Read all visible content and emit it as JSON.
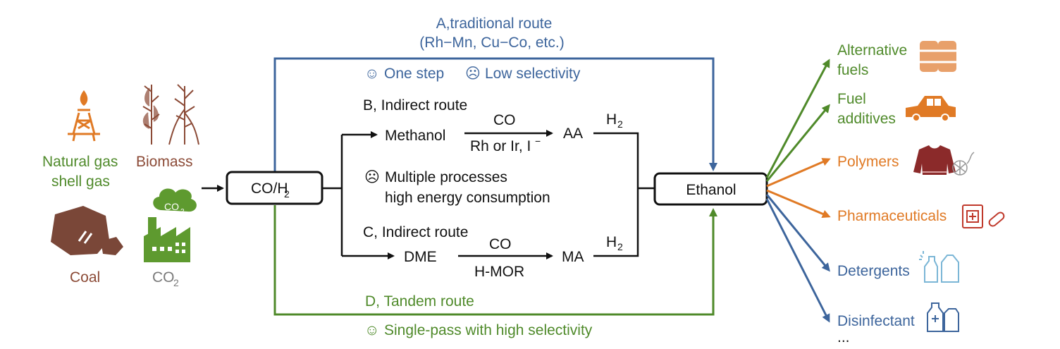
{
  "sources": {
    "natural_gas_line1": "Natural gas",
    "natural_gas_line2": "shell gas",
    "biomass": "Biomass",
    "coal": "Coal",
    "co2_label": "CO",
    "co2_sub": "2",
    "cloud_label": "CO",
    "cloud_sub": "2"
  },
  "nodes": {
    "syngas_main": "CO/H",
    "syngas_sub": "2",
    "ethanol": "Ethanol",
    "methanol": "Methanol",
    "aa": "AA",
    "dme": "DME",
    "ma": "MA"
  },
  "route_a": {
    "title": "A,traditional route",
    "catalysts": "(Rh−Mn, Cu−Co, etc.)",
    "pro_icon": "☺",
    "pro": "One step",
    "con_icon": "☹",
    "con": "Low selectivity"
  },
  "route_b": {
    "title": "B, Indirect route",
    "reagent": "CO",
    "catalyst": "Rh or Ir, I",
    "catalyst_sup": "−",
    "h2": "H",
    "h2_sub": "2"
  },
  "indirect_notes": {
    "icon": "☹",
    "line1": "Multiple processes",
    "line2": "high energy consumption"
  },
  "route_c": {
    "title": "C, Indirect route",
    "reagent": "CO",
    "catalyst": "H-MOR",
    "h2": "H",
    "h2_sub": "2"
  },
  "route_d": {
    "title": "D, Tandem route",
    "pro_icon": "☺",
    "pro": "Single-pass with high selectivity"
  },
  "products": {
    "alt_fuels_1": "Alternative",
    "alt_fuels_2": "fuels",
    "fuel_add_1": "Fuel",
    "fuel_add_2": "additives",
    "polymers": "Polymers",
    "pharma": "Pharmaceuticals",
    "detergents": "Detergents",
    "disinfectant": "Disinfectant",
    "more": "..."
  },
  "colors": {
    "blue": "#3d659c",
    "green": "#4f8a2a",
    "orange": "#e07a25",
    "brown": "#8b4a36",
    "icon_orange": "#e8a06a",
    "plant_green": "#5e9a2f"
  },
  "icons": [
    "gas-well-icon",
    "biomass-plant-icon",
    "coal-icon",
    "factory-co2-icon",
    "oil-barrels-icon",
    "car-icon",
    "sweater-icon",
    "yarn-icon",
    "medicine-box-icon",
    "pill-icon",
    "detergent-bottles-icon",
    "disinfectant-bottles-icon"
  ]
}
